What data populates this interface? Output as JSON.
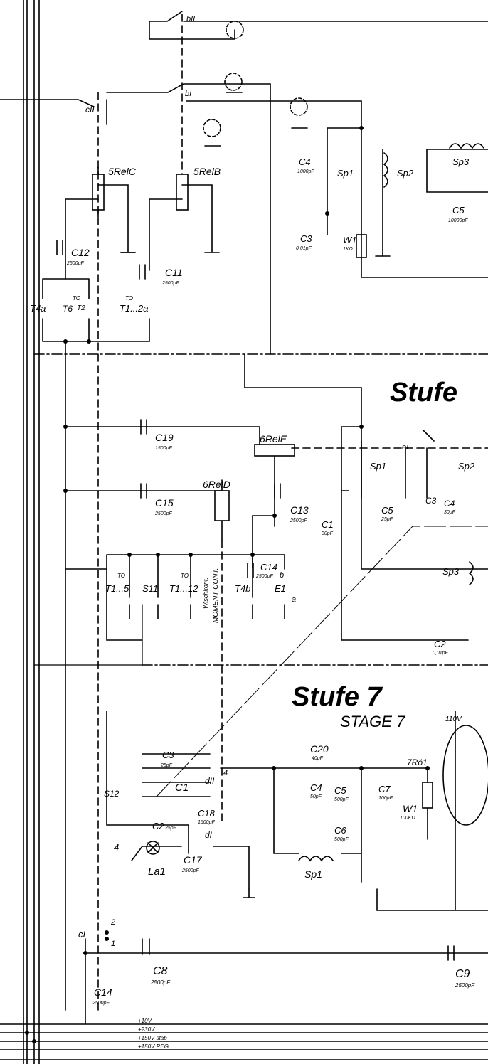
{
  "headings": {
    "stufe_upper": "Stufe",
    "stufe7": "Stufe 7",
    "stage7": "STAGE 7"
  },
  "contacts": {
    "bII": "bII",
    "bI": "bI",
    "cII": "cII",
    "cI": "cI",
    "eI": "eI",
    "dII": "dII",
    "dI": "dI",
    "n1": "1",
    "n2": "2",
    "n4": "4",
    "na": "a",
    "nb": "b"
  },
  "relays": {
    "c": "5RelC",
    "b": "5RelB",
    "e": "6RelE",
    "d": "6RelD"
  },
  "capacitors": {
    "c12": "C12",
    "c12_val": "2500pF",
    "c11": "C11",
    "c11_val": "2500pF",
    "c19": "C19",
    "c19_val": "1500pF",
    "c15": "C15",
    "c15_val": "2500pF",
    "c13": "C13",
    "c13_val": "2500pF",
    "c14b": "C14",
    "c14b_val": "2500pF",
    "c4a": "C4",
    "c4a_val": "1000pF",
    "c3a": "C3",
    "c3a_val": "0,01pF",
    "c5a": "C5",
    "c5a_val": "10000pF",
    "c1b": "C1",
    "c1b_val": "30pF",
    "c5b": "C5",
    "c5b_val": "25pF",
    "c3b": "C3",
    "c4b": "C4",
    "c4b_val": "30pF",
    "c2b": "C2",
    "c2b_val": "0,01pF",
    "c3c": "C3",
    "c3c_val": "25pF",
    "c1c": "C1",
    "c2c": "C2",
    "c2c_val": "25pF",
    "c18": "C18",
    "c18_val": "1600pF",
    "c17": "C17",
    "c17_val": "2500pF",
    "c20": "C20",
    "c20_val": "40pF",
    "c4c": "C4",
    "c4c_val": "50pF",
    "c5c": "C5",
    "c5c_val": "500pF",
    "c6c": "C6",
    "c6c_val": "500pF",
    "c7c": "C7",
    "c7c_val": "100pF",
    "c8": "C8",
    "c8_val": "2500pF",
    "c9": "C9",
    "c9_val": "2500pF",
    "c14a": "C14",
    "c14a_val": "2500pF"
  },
  "coils": {
    "sp1a": "Sp1",
    "sp2a": "Sp2",
    "sp3a": "Sp3",
    "sp1b": "Sp1",
    "sp2b": "Sp2",
    "sp3b": "Sp3",
    "sp1c": "Sp1"
  },
  "resistors": {
    "w1a": "W1",
    "w1a_val": "1KΩ",
    "w1c": "W1",
    "w1c_val": "100KΩ"
  },
  "switches": {
    "t4a": "T4a",
    "t6": "T6",
    "t0a": "TO",
    "t12": "T2",
    "t0b": "TO",
    "t1_2a": "T1...2a",
    "t15": "T1...5",
    "s11": "S11",
    "t112": "T1...12",
    "t0c": "TO",
    "t0d": "TO",
    "t4b": "T4b",
    "e1": "E1",
    "s12": "S12"
  },
  "misc": {
    "wisch": "Wischkont.",
    "moment": "MOMENT CONT.",
    "tube": "7Rö1",
    "v110": "110V",
    "la1": "La1",
    "four": "4"
  },
  "rails": {
    "r1": "+10V",
    "r2": "+230V",
    "r3": "+150V stab",
    "r4": "+150V REG."
  }
}
